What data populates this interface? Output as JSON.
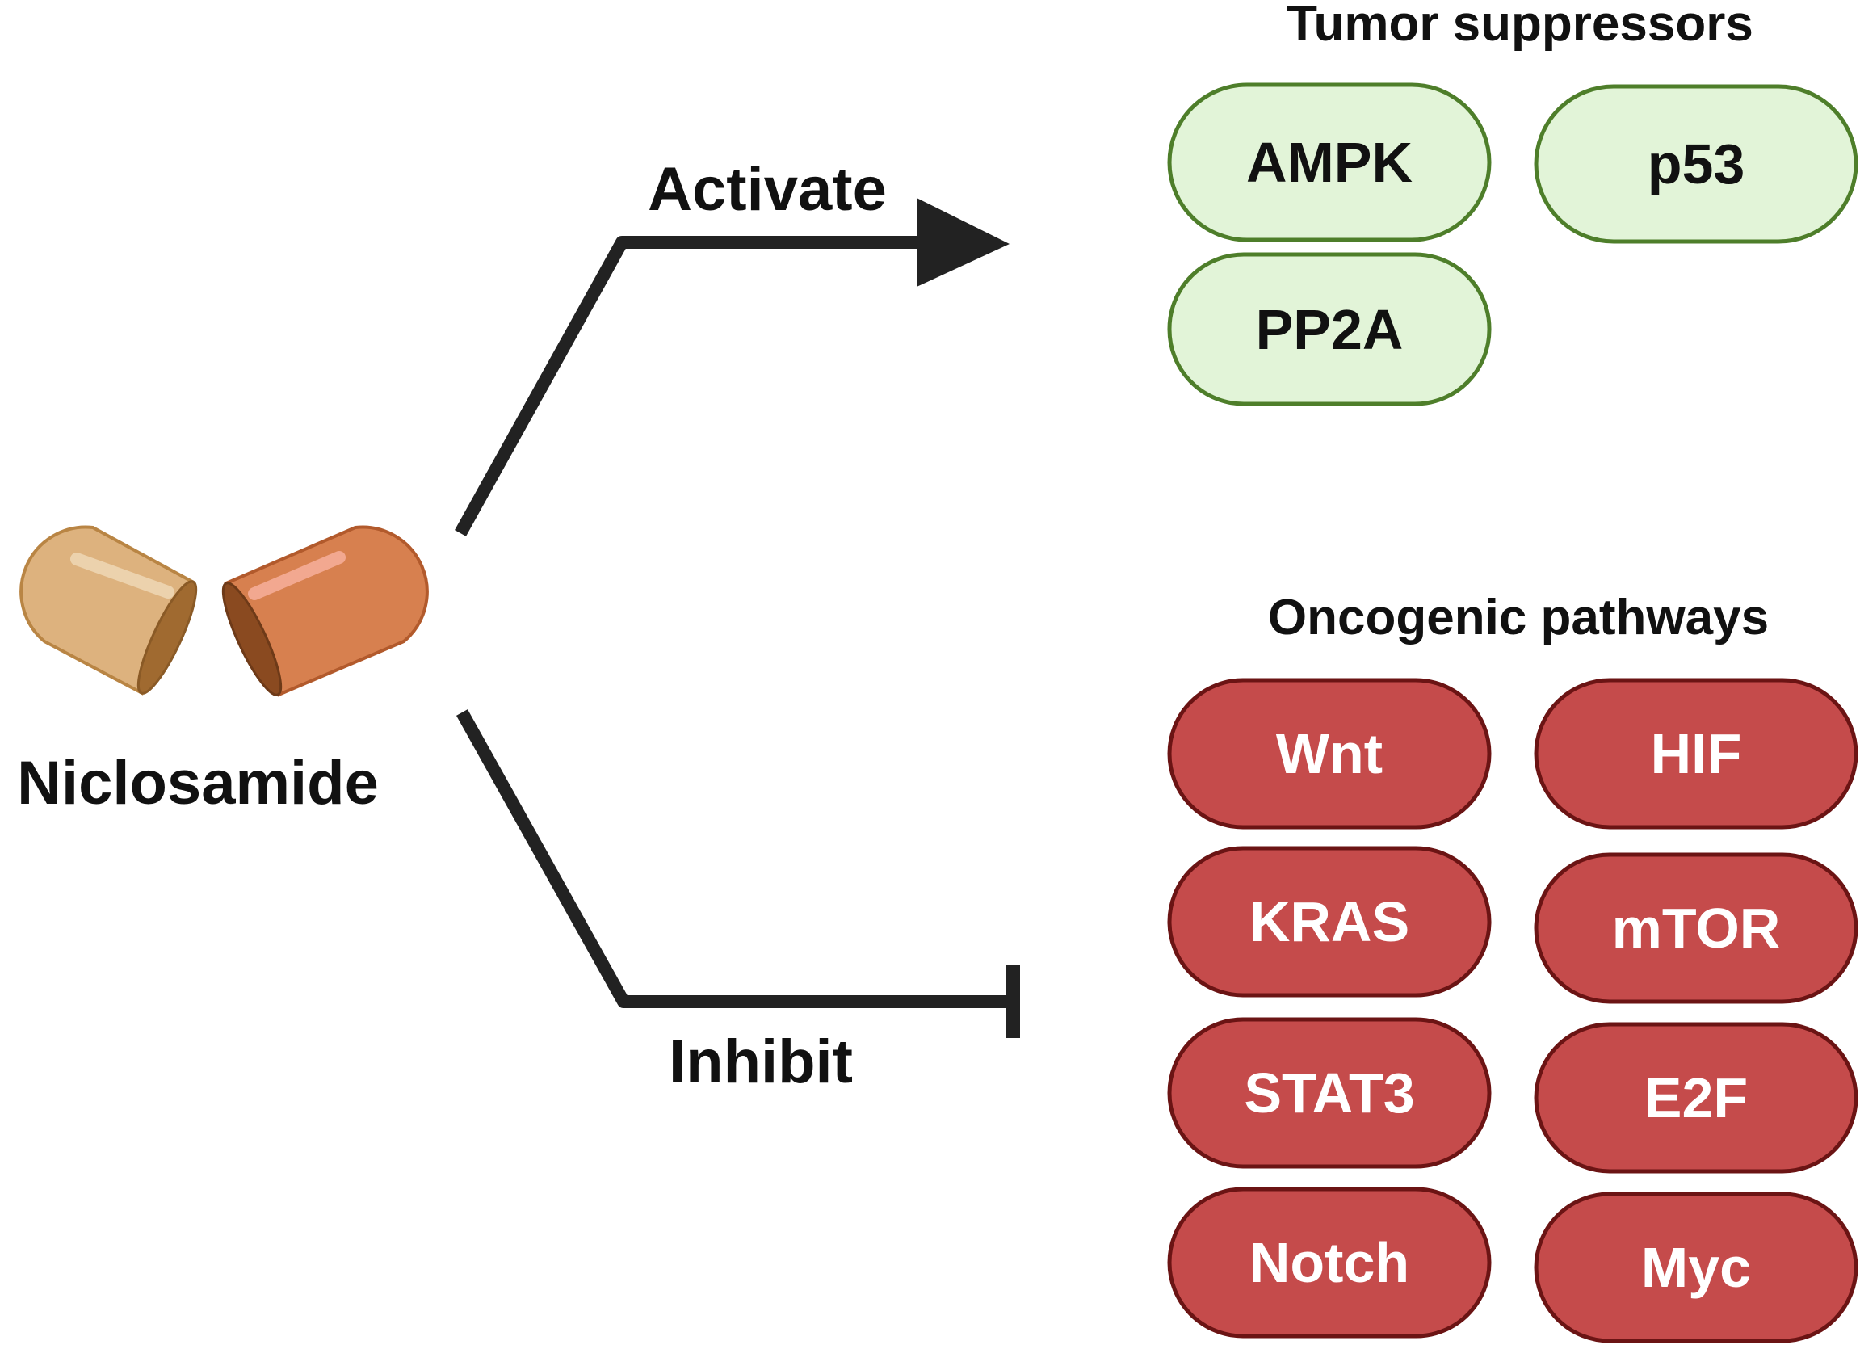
{
  "drug": {
    "label": "Niclosamide"
  },
  "arrows": {
    "activate": {
      "label": "Activate"
    },
    "inhibit": {
      "label": "Inhibit"
    }
  },
  "tumor_suppressors": {
    "title": "Tumor suppressors",
    "items": [
      "AMPK",
      "p53",
      "PP2A"
    ]
  },
  "oncogenic_pathways": {
    "title": "Oncogenic pathways",
    "items": [
      "Wnt",
      "HIF",
      "KRAS",
      "mTOR",
      "STAT3",
      "E2F",
      "Notch",
      "Myc"
    ]
  },
  "colors": {
    "suppressor_fill": "#e2f4d8",
    "suppressor_stroke": "#4e7e2a",
    "oncogenic_fill": "#c54b4b",
    "oncogenic_stroke": "#6b1414",
    "arrow": "#222222",
    "capsule_left": "#ddb27e",
    "capsule_right": "#d7804f"
  }
}
